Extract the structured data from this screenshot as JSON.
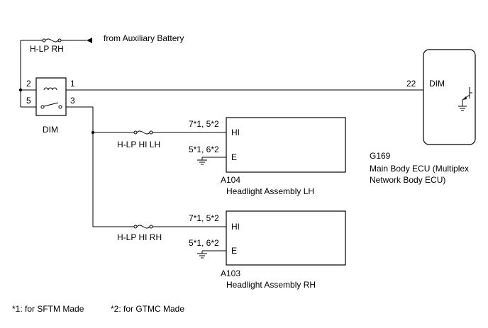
{
  "source": {
    "label": "from Auxiliary Battery"
  },
  "fuses": {
    "main": "H-LP RH",
    "hi_lh": "H-LP HI LH",
    "hi_rh": "H-LP HI RH"
  },
  "relay": {
    "name": "DIM",
    "pins": {
      "p1": "1",
      "p2": "2",
      "p3": "3",
      "p5": "5"
    }
  },
  "ecu": {
    "code": "G169",
    "name_line1": "Main Body ECU (Multiplex",
    "name_line2": "Network Body ECU)",
    "pin": "22",
    "signal": "DIM"
  },
  "headlight_lh": {
    "code": "A104",
    "name": "Headlight Assembly LH",
    "hi_pins": "7*1, 5*2",
    "hi_label": "HI",
    "e_pins": "5*1, 6*2",
    "e_label": "E"
  },
  "headlight_rh": {
    "code": "A103",
    "name": "Headlight Assembly RH",
    "hi_pins": "7*1, 5*2",
    "hi_label": "HI",
    "e_pins": "5*1, 6*2",
    "e_label": "E"
  },
  "notes": {
    "n1": "*1: for SFTM Made",
    "n2": "*2: for GTMC Made"
  }
}
